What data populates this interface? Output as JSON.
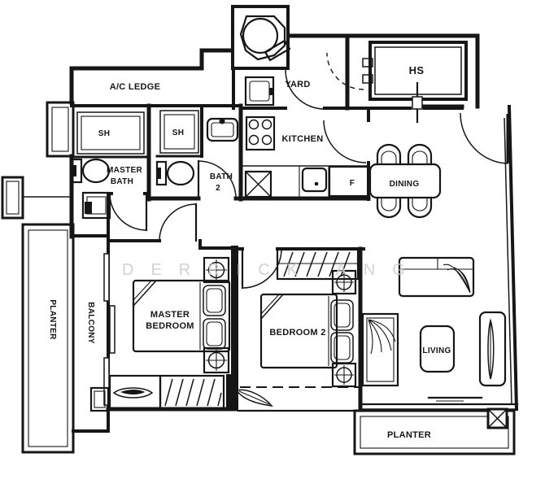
{
  "plan": {
    "watermark": "DERRICK ANG",
    "labels": {
      "ac_ledge": "A/C LEDGE",
      "yard": "YARD",
      "hs": "HS",
      "sh_master": "SH",
      "sh_bath2": "SH",
      "master_bath_l1": "MASTER",
      "master_bath_l2": "BATH",
      "bath2_l1": "BATH",
      "bath2_l2": "2",
      "kitchen": "KITCHEN",
      "fridge": "F",
      "dining": "DINING",
      "planter_left": "PLANTER",
      "balcony": "BALCONY",
      "master_bedroom_l1": "MASTER",
      "master_bedroom_l2": "BEDROOM",
      "bedroom2": "BEDROOM 2",
      "living": "LIVING",
      "planter_bottom": "PLANTER"
    },
    "colors": {
      "ink": "#161616",
      "paper": "#ffffff",
      "watermark": "#cbd0cb"
    }
  }
}
